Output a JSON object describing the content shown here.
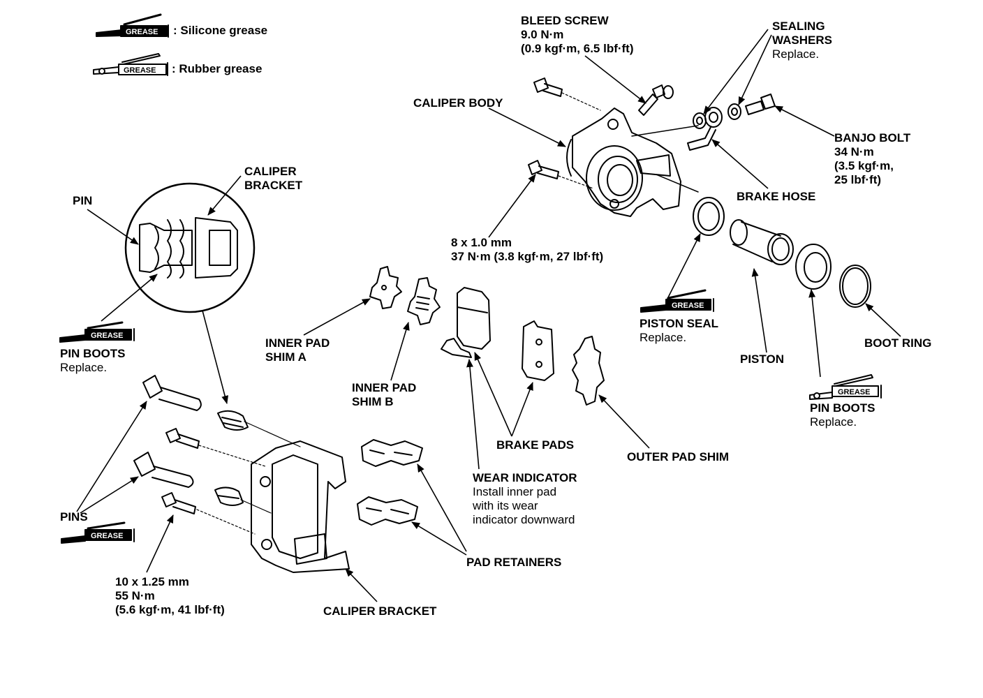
{
  "legend": {
    "silicone": {
      "tag": "GREASE",
      "text": ": Silicone grease"
    },
    "rubber": {
      "tag": "GREASE",
      "text": ": Rubber grease"
    }
  },
  "grease_tag": "GREASE",
  "labels": {
    "bleed_screw": [
      "BLEED SCREW",
      "9.0 N·m",
      "(0.9 kgf·m, 6.5 lbf·ft)"
    ],
    "sealing_washers": [
      "SEALING",
      "WASHERS"
    ],
    "sealing_washers_note": "Replace.",
    "caliper_body": "CALIPER BODY",
    "banjo_bolt": [
      "BANJO BOLT",
      "34 N·m",
      "(3.5 kgf·m,",
      "25 lbf·ft)"
    ],
    "brake_hose": "BRAKE HOSE",
    "caliper_bracket_top": [
      "CALIPER",
      "BRACKET"
    ],
    "pin": "PIN",
    "bolt_8mm": [
      "8 x 1.0 mm",
      "37 N·m (3.8 kgf·m, 27 lbf·ft)"
    ],
    "piston_seal": "PISTON SEAL",
    "piston_seal_note": "Replace.",
    "pin_boots_left": "PIN BOOTS",
    "pin_boots_left_note": "Replace.",
    "inner_pad_shim_a": [
      "INNER PAD",
      "SHIM A"
    ],
    "inner_pad_shim_b": [
      "INNER PAD",
      "SHIM B"
    ],
    "piston": "PISTON",
    "boot_ring": "BOOT RING",
    "pin_boots_right": "PIN BOOTS",
    "pin_boots_right_note": "Replace.",
    "brake_pads": "BRAKE PADS",
    "outer_pad_shim": "OUTER PAD SHIM",
    "wear_indicator": "WEAR INDICATOR",
    "wear_indicator_note": [
      "Install inner pad",
      "with its wear",
      "indicator downward"
    ],
    "pins": "PINS",
    "pad_retainers": "PAD RETAINERS",
    "bolt_10mm": [
      "10 x 1.25 mm",
      "55 N·m",
      "(5.6 kgf·m, 41 lbf·ft)"
    ],
    "caliper_bracket_bottom": "CALIPER BRACKET"
  }
}
